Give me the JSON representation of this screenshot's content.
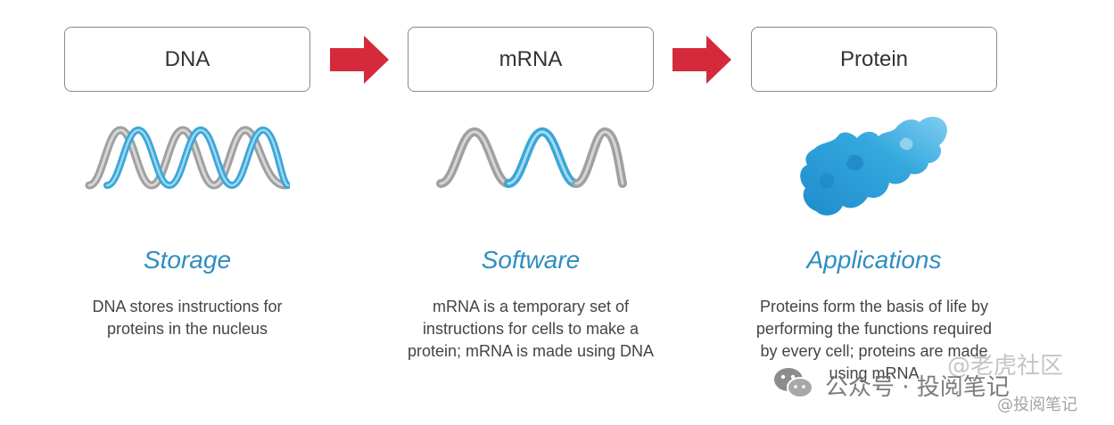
{
  "flow": [
    {
      "box_label": "DNA",
      "heading": "Storage",
      "description": [
        "DNA stores instructions for",
        "proteins in the nucleus"
      ]
    },
    {
      "box_label": "mRNA",
      "heading": "Software",
      "description": [
        "mRNA is a temporary set of",
        "instructions for cells to make a",
        "protein; mRNA is made using DNA"
      ]
    },
    {
      "box_label": "Protein",
      "heading": "Applications",
      "description": [
        "Proteins form the basis of life by",
        "performing the functions required",
        "by every cell; proteins are made",
        "using mRNA"
      ]
    }
  ],
  "colors": {
    "arrow": "#d42a3c",
    "strand_blue": "#3aa6d8",
    "strand_gray": "#9a9a9a",
    "heading": "#2f8ec0",
    "protein": "#2a9fd6"
  },
  "watermark": {
    "line1": "@老虎社区",
    "line2": "公众号 · 投阅笔记",
    "line3": "@投阅笔记"
  }
}
